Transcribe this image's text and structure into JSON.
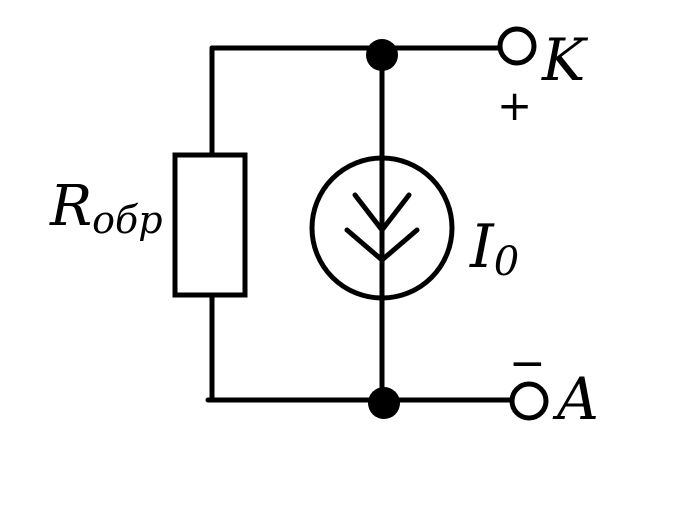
{
  "labels": {
    "resistor_main": "R",
    "resistor_sub": "обр",
    "source_main": "I",
    "source_sub": "0",
    "terminal_top": "K",
    "terminal_bottom": "A",
    "plus_sign": "+",
    "minus_sign": "−"
  },
  "colors": {
    "stroke": "#000000",
    "background": "#ffffff"
  },
  "components": {
    "resistor": "resistor-symbol",
    "current_source": "current-source-symbol",
    "terminals": [
      "terminal-open-circle",
      "terminal-open-circle"
    ],
    "junctions": [
      "junction-dot",
      "junction-dot"
    ]
  }
}
